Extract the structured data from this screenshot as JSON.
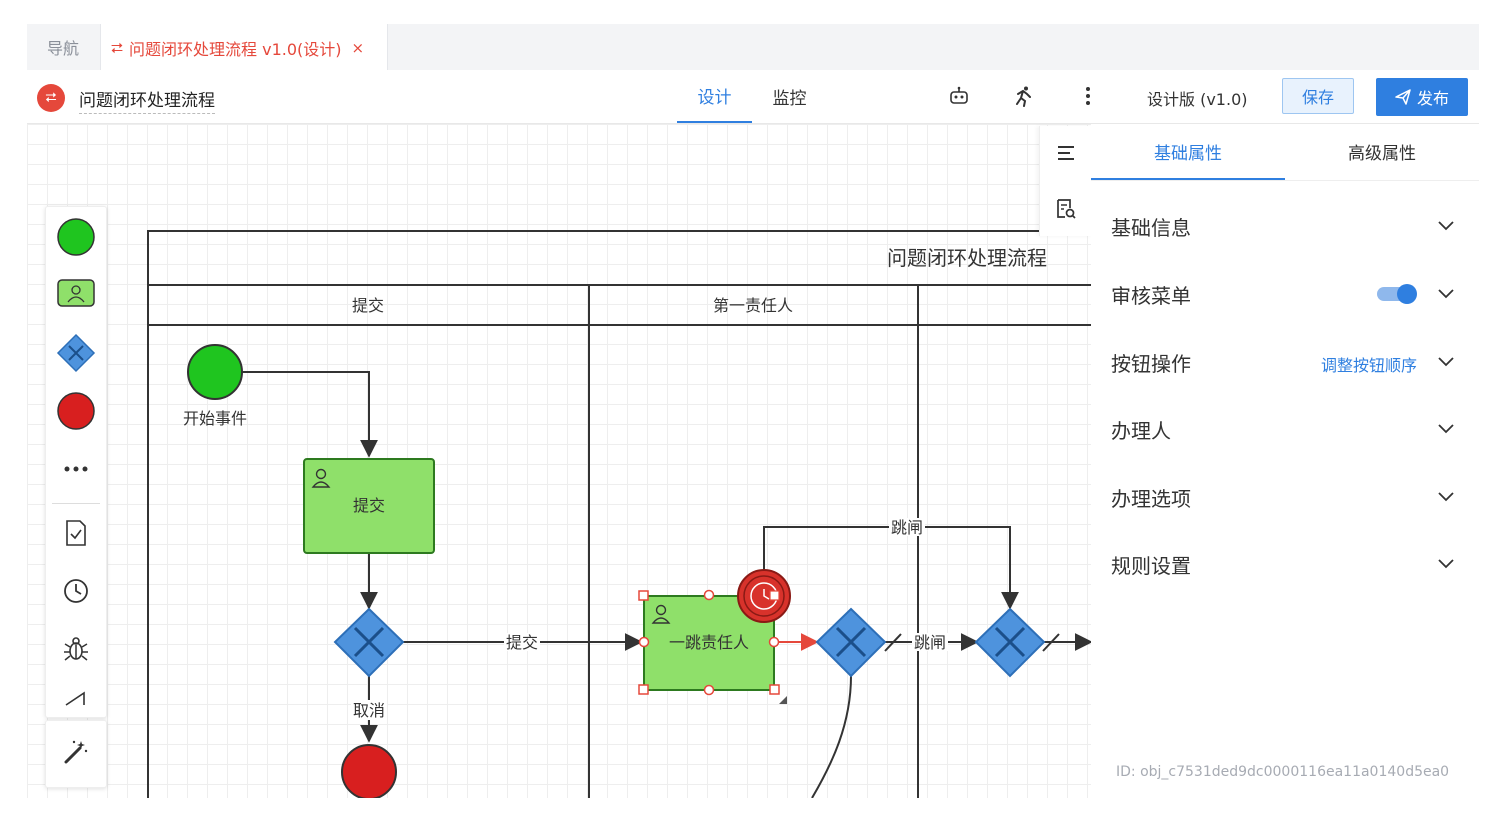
{
  "tabs": {
    "nav_label": "导航",
    "active_label": "问题闭环处理流程 v1.0(设计)",
    "close_glyph": "×"
  },
  "header": {
    "process_name": "问题闭环处理流程",
    "mode_tabs": [
      "设计",
      "监控"
    ],
    "version_label": "设计版 (v1.0)",
    "save_label": "保存",
    "publish_label": "发布"
  },
  "diagram": {
    "pool_title": "问题闭环处理流程",
    "lanes": [
      "提交",
      "第一责任人"
    ],
    "start_event_label": "开始事件",
    "task_submit_label": "提交",
    "task_responsible_label": "一跳责任人",
    "flow_submit_label": "提交",
    "flow_cancel_label": "取消",
    "flow_jump_label_top": "跳闸",
    "flow_jump_label_mid": "跳闸"
  },
  "palette": {
    "items": [
      "start-event-icon",
      "user-task-icon",
      "gateway-icon",
      "end-event-icon",
      "more-icon",
      "form-check-icon",
      "clock-icon",
      "bug-icon",
      "signal-icon"
    ],
    "bottom": "magic-wand-icon"
  },
  "panel": {
    "tabs": [
      "基础属性",
      "高级属性"
    ],
    "sections": [
      {
        "title": "基础信息"
      },
      {
        "title": "审核菜单",
        "toggle_on": true
      },
      {
        "title": "按钮操作",
        "link": "调整按钮顺序"
      },
      {
        "title": "办理人"
      },
      {
        "title": "办理选项"
      },
      {
        "title": "规则设置"
      }
    ],
    "object_id": "ID: obj_c7531ded9dc0000116ea11a0140d5ea0"
  },
  "colors": {
    "accent": "#2f7fe0",
    "danger": "#e5483b",
    "task_fill": "#8fe06a",
    "start_fill": "#1fc51f",
    "end_fill": "#d81f1f"
  }
}
